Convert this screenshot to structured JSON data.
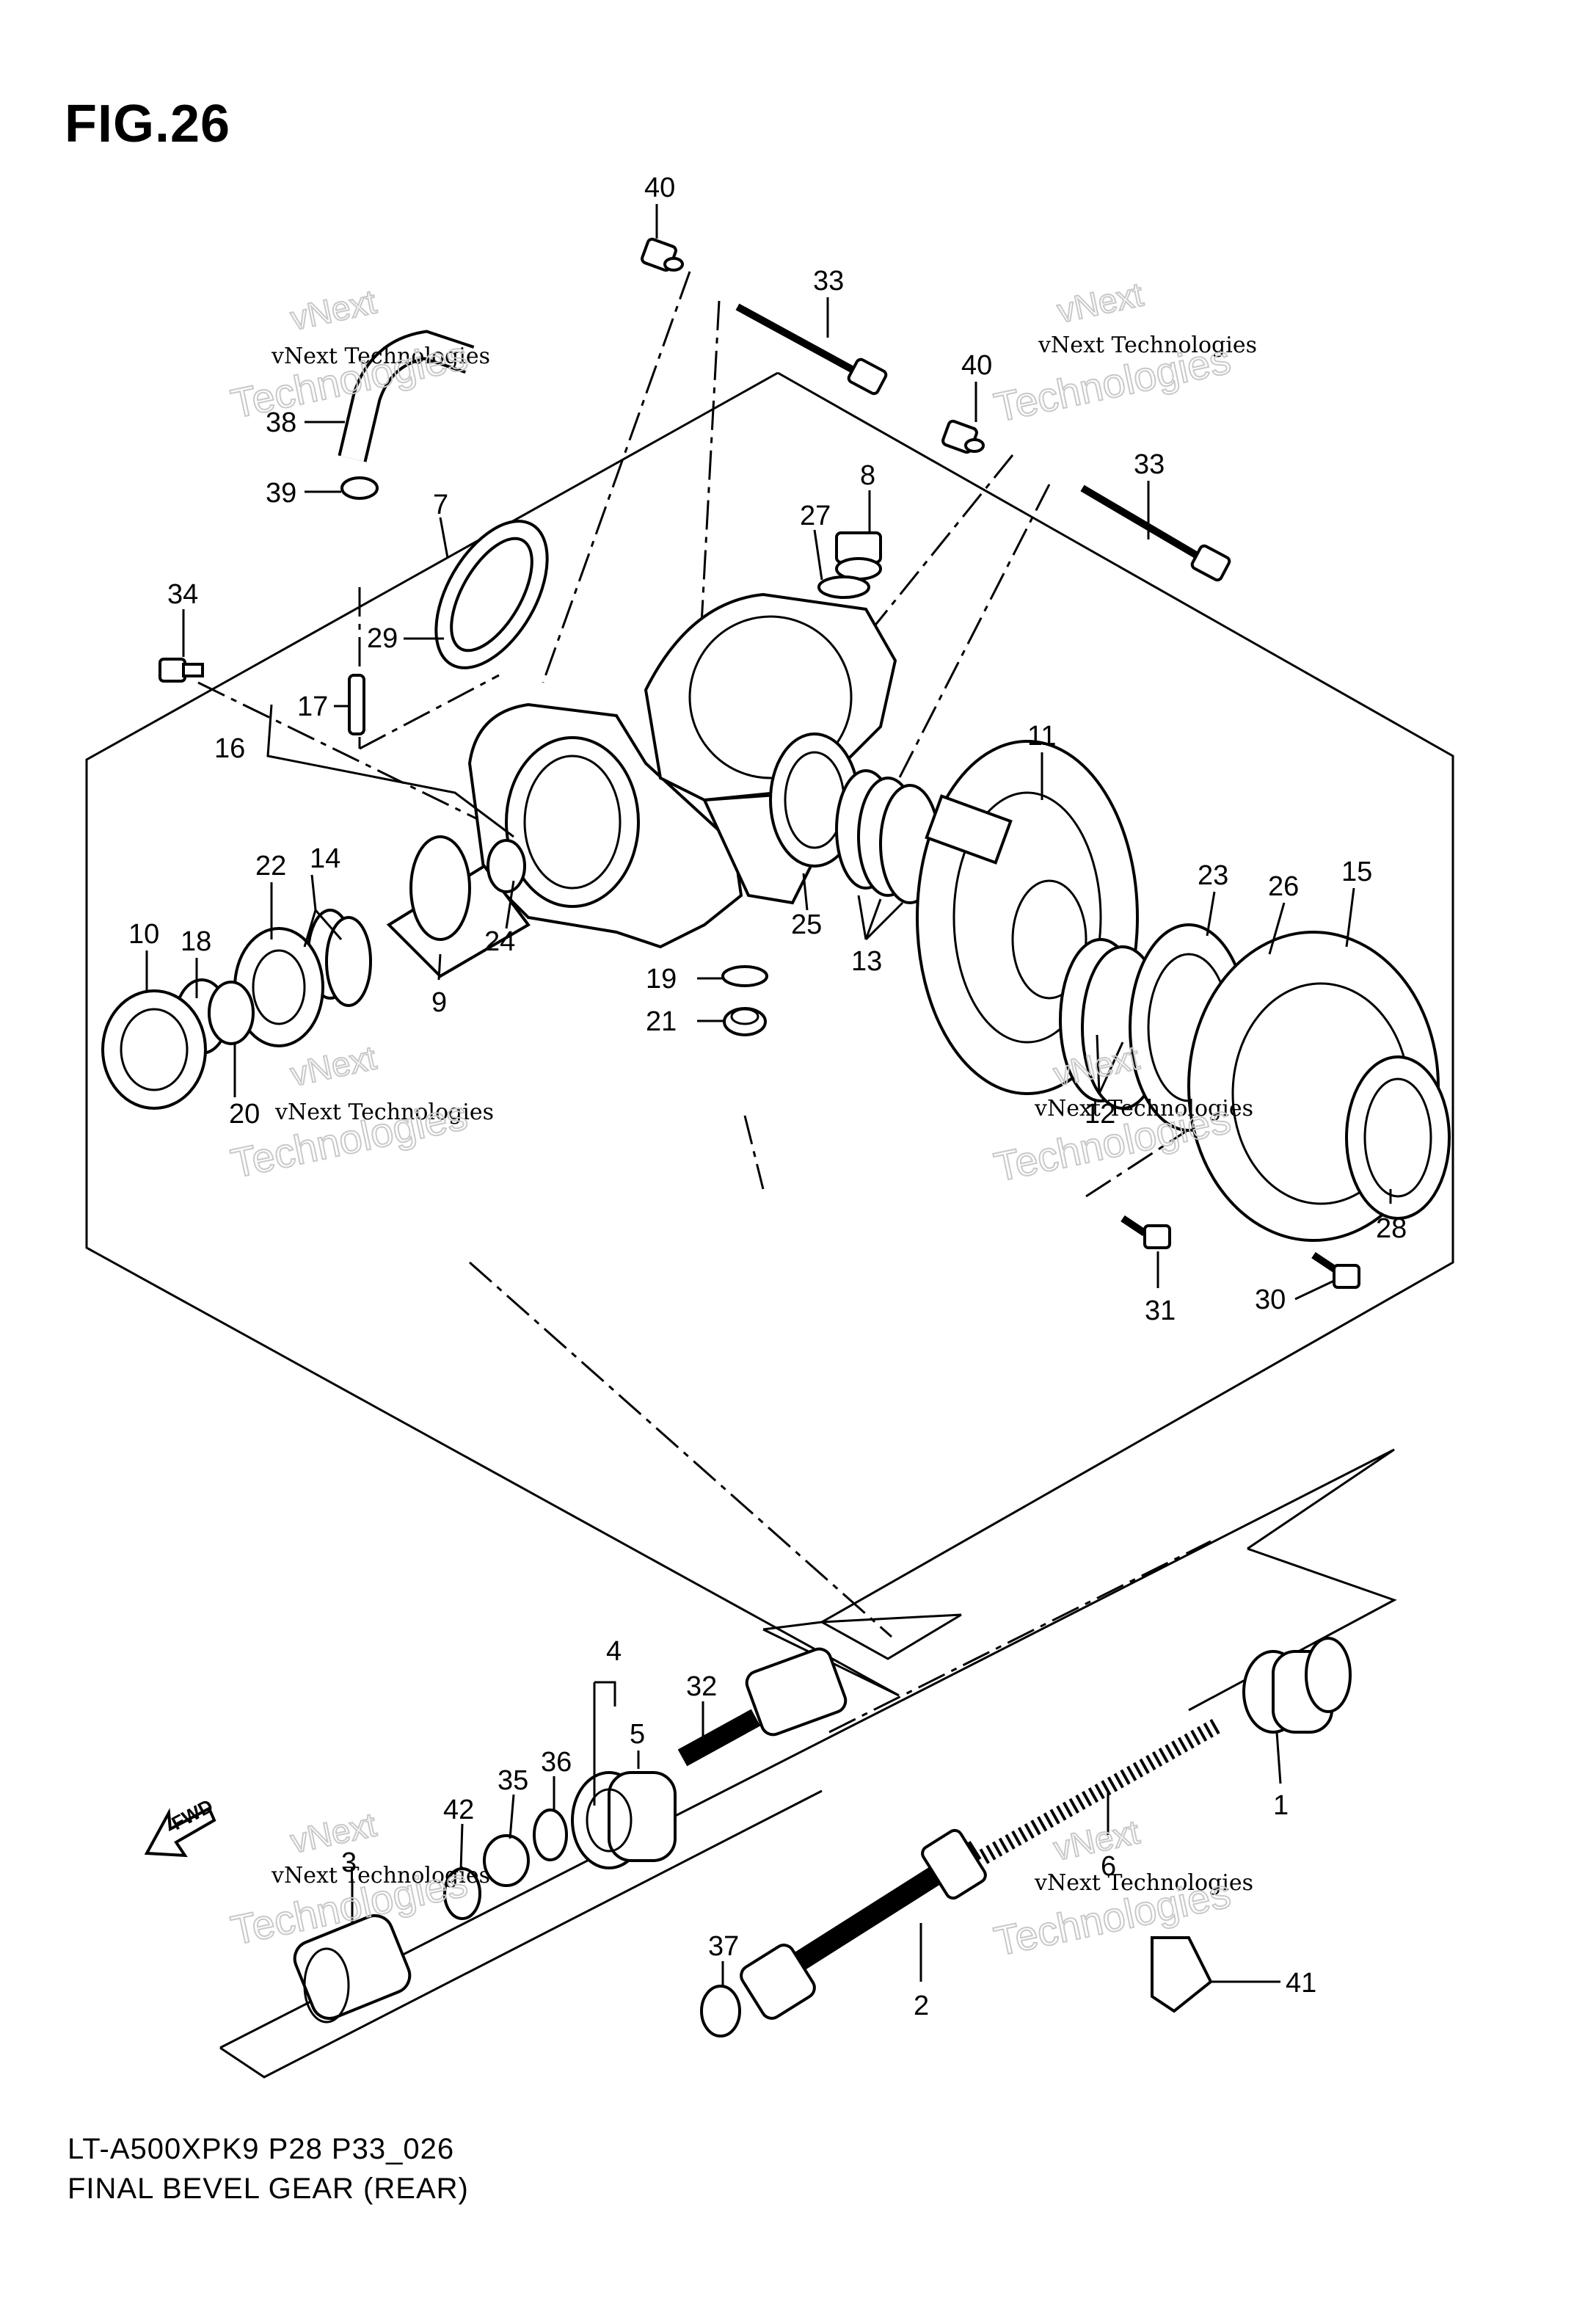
{
  "figure": {
    "title": "FIG.26",
    "model_code": "LT-A500XPK9 P28 P33_026",
    "name": "FINAL BEVEL GEAR (REAR)"
  },
  "watermark": {
    "line1": "vNext Technologies",
    "line2a": "vNext",
    "line2b": "Technologies"
  },
  "fwd_label": "FWD",
  "callouts": [
    {
      "id": "40"
    },
    {
      "id": "33"
    },
    {
      "id": "40"
    },
    {
      "id": "33"
    },
    {
      "id": "38"
    },
    {
      "id": "39"
    },
    {
      "id": "7"
    },
    {
      "id": "8"
    },
    {
      "id": "27"
    },
    {
      "id": "34"
    },
    {
      "id": "29"
    },
    {
      "id": "17"
    },
    {
      "id": "16"
    },
    {
      "id": "11"
    },
    {
      "id": "22"
    },
    {
      "id": "14"
    },
    {
      "id": "10"
    },
    {
      "id": "18"
    },
    {
      "id": "24"
    },
    {
      "id": "25"
    },
    {
      "id": "9"
    },
    {
      "id": "13"
    },
    {
      "id": "23"
    },
    {
      "id": "26"
    },
    {
      "id": "15"
    },
    {
      "id": "19"
    },
    {
      "id": "21"
    },
    {
      "id": "20"
    },
    {
      "id": "12"
    },
    {
      "id": "28"
    },
    {
      "id": "31"
    },
    {
      "id": "30"
    },
    {
      "id": "4"
    },
    {
      "id": "32"
    },
    {
      "id": "5"
    },
    {
      "id": "35"
    },
    {
      "id": "36"
    },
    {
      "id": "42"
    },
    {
      "id": "3"
    },
    {
      "id": "1"
    },
    {
      "id": "6"
    },
    {
      "id": "37"
    },
    {
      "id": "2"
    },
    {
      "id": "41"
    }
  ]
}
